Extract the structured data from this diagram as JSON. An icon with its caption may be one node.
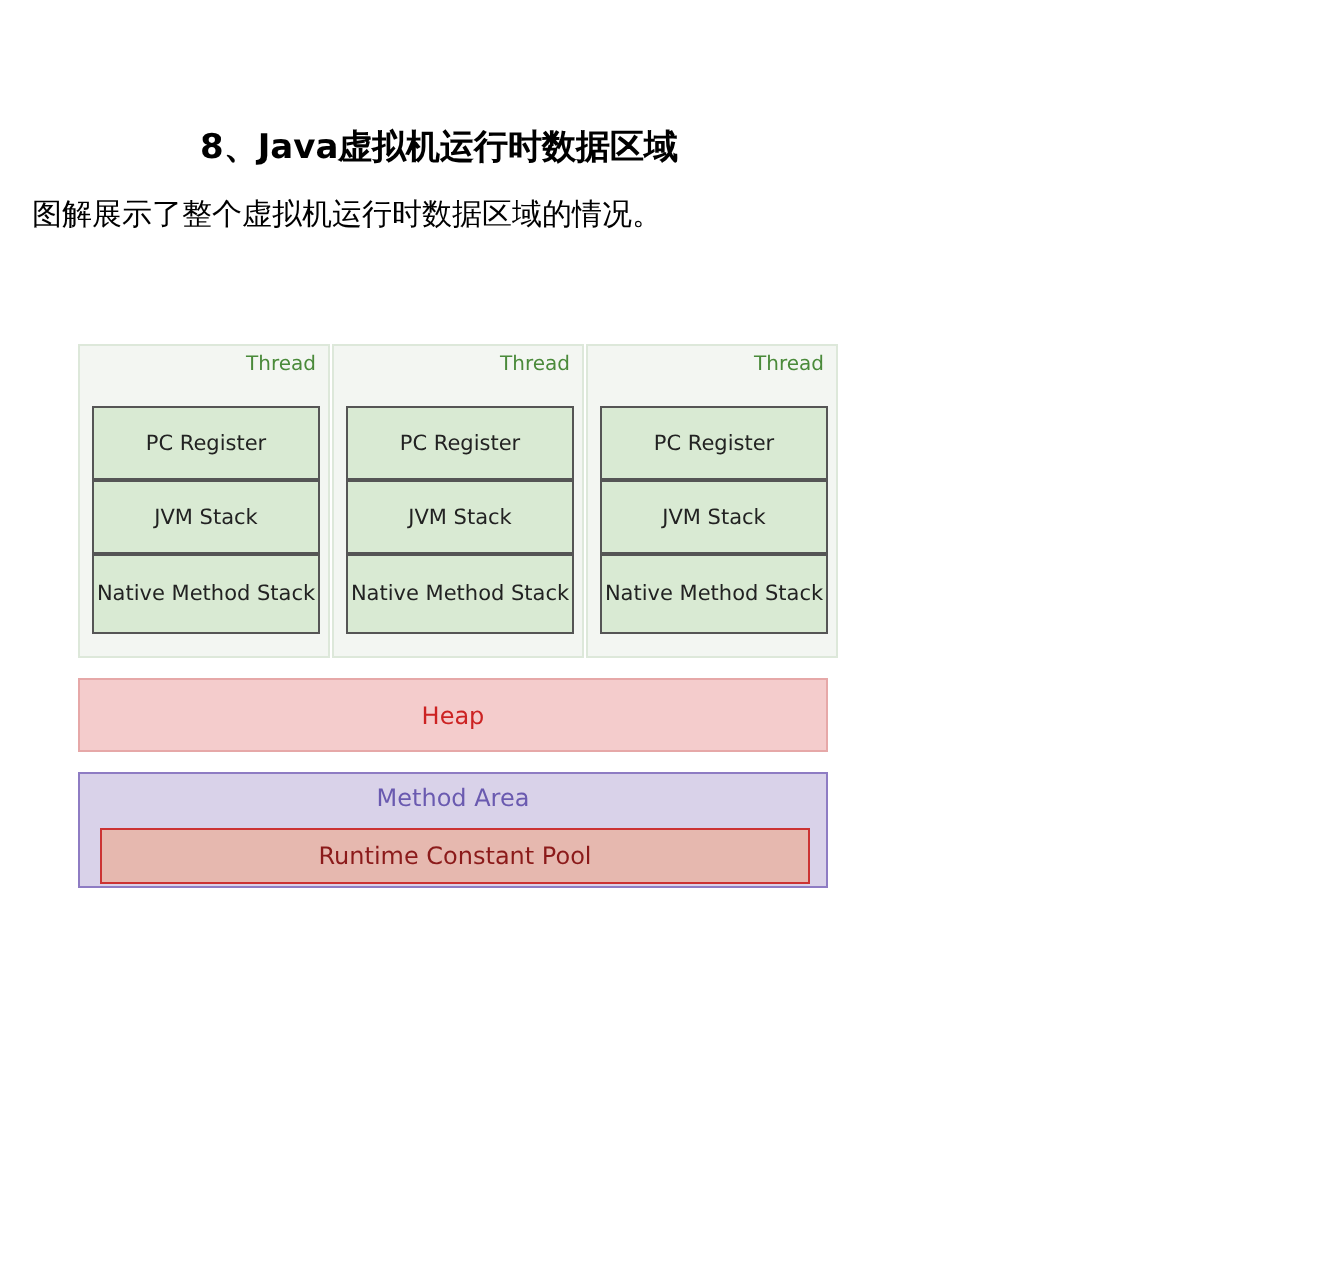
{
  "diagram": {
    "title": "8、Java虚拟机运行时数据区域",
    "nodes": [
      {
        "text": [
          "Thread"
        ]
      },
      {
        "text": [
          "PC Register"
        ],
        "in": 0
      },
      {
        "text": [
          "JVM Stack"
        ],
        "in": 0
      },
      {
        "text": [
          "Native Method Stack"
        ],
        "in": 0
      },
      {
        "text": [
          "Thread"
        ]
      },
      {
        "text": [
          "PC Register"
        ],
        "in": 4
      },
      {
        "text": [
          "JVM Stack"
        ],
        "in": 4
      },
      {
        "text": [
          "Native Method Stack"
        ],
        "in": 4
      },
      {
        "text": [
          "Thread"
        ]
      },
      {
        "text": [
          "PC Register"
        ],
        "in": 8
      },
      {
        "text": [
          "JVM Stack"
        ],
        "in": 8
      },
      {
        "text": [
          "Native Method Stack"
        ],
        "in": 8
      },
      {
        "text": [
          "Heap"
        ]
      },
      {
        "text": [
          "Method Area"
        ]
      },
      {
        "text": [
          "Runtime Constant Pool"
        ],
        "in": 13
      }
    ],
    "labels": [
      "图解展示了整个虚拟机运行时数据区域的情况。"
    ]
  }
}
